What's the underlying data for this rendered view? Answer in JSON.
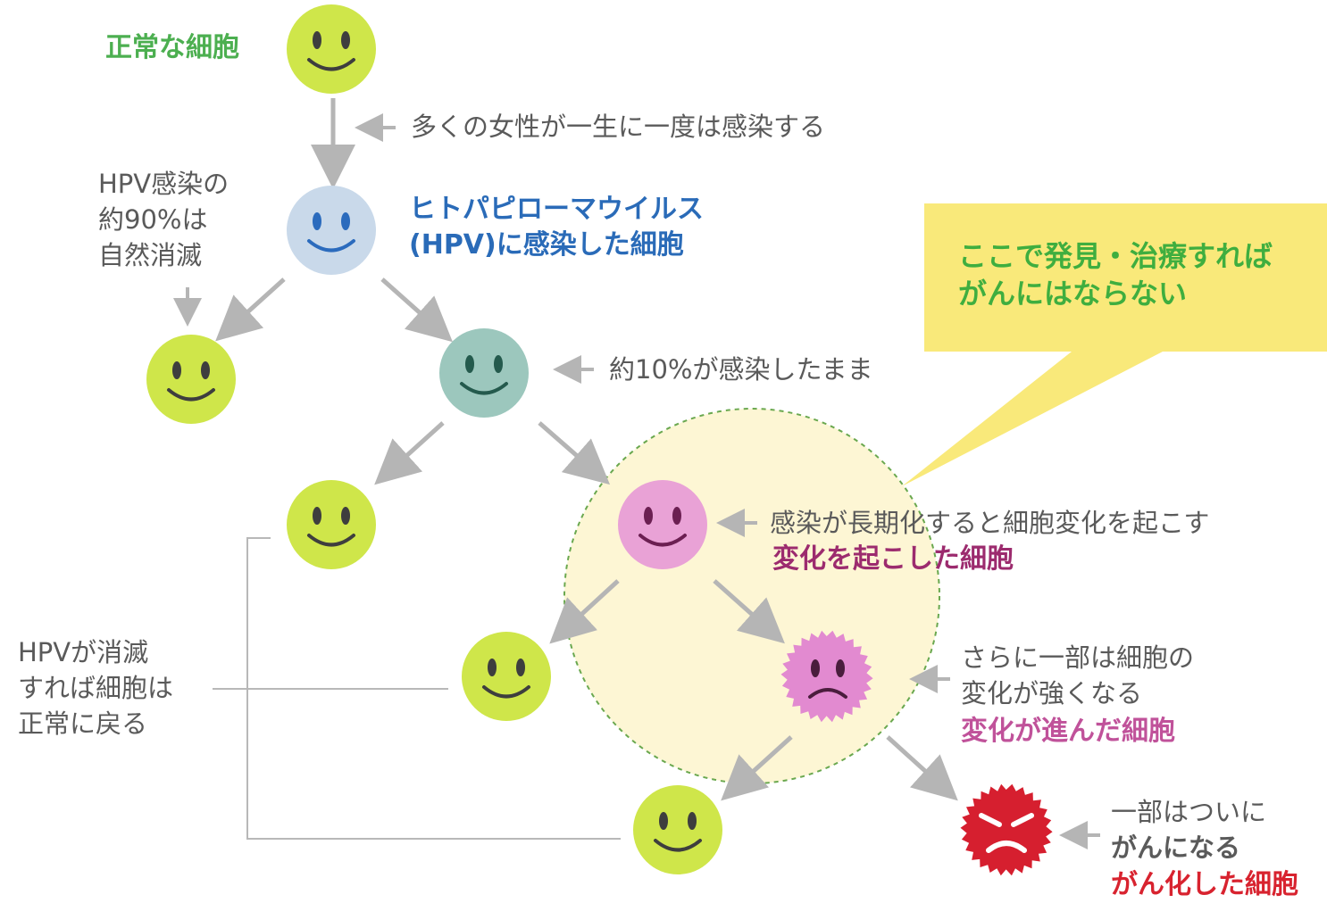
{
  "labels": {
    "normal_cell": "正常な細胞",
    "many_women": "多くの女性が一生に一度は感染する",
    "natural_clear": [
      "HPV感染の",
      "約90%は",
      "自然消滅"
    ],
    "hpv_cell": [
      "ヒトパピローマウイルス",
      "(HPV)に感染した細胞"
    ],
    "persist": "約10%が感染したまま",
    "long_term": "感染が長期化すると細胞変化を起こす",
    "changed_cell": "変化を起こした細胞",
    "return_normal": [
      "HPVが消滅",
      "すれば細胞は",
      "正常に戻る"
    ],
    "stronger": [
      "さらに一部は細胞の",
      "変化が強くなる"
    ],
    "advanced_cell": "変化が進んだ細胞",
    "becomes_cancer": [
      "一部はついに",
      "がんになる"
    ],
    "cancer_cell": "がん化した細胞",
    "callout": [
      "ここで発見・治療すれば",
      "がんにはならない"
    ]
  },
  "colors": {
    "normal_face": "#cfe64a",
    "infected_face": "#c9d9ea",
    "persistent_face": "#9cc7bd",
    "changed_face": "#e9a2d6",
    "advanced_face": "#e28ad0",
    "cancer_face": "#d61f2f",
    "arrow": "#b5b5b5",
    "callout_bg": "#f9e97a",
    "zone_bg": "#fdf6d4",
    "zone_border": "#6aa84f",
    "bracket_line": "#b8b8b8"
  },
  "icons": {
    "smiley": "smiley-face-icon",
    "frown_spiky": "spiky-frown-icon",
    "angry_spiky": "spiky-angry-icon"
  }
}
